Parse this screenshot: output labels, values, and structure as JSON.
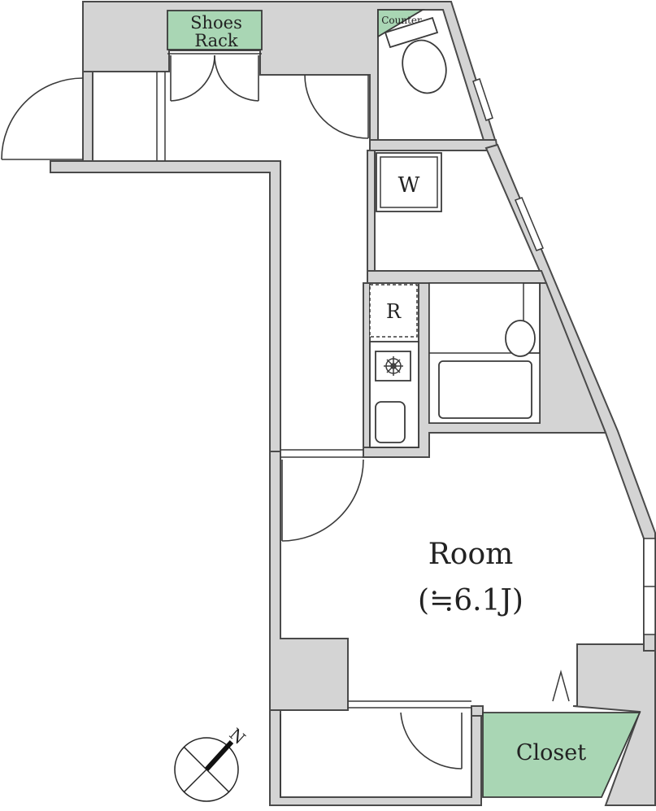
{
  "labels": {
    "shoes_rack_line1": "Shoes",
    "shoes_rack_line2": "Rack",
    "counter": "Counter",
    "washer": "W",
    "refrigerator": "R",
    "room_name": "Room",
    "room_size": "(≒6.1J)",
    "closet": "Closet",
    "north": "N"
  },
  "colors": {
    "wall": "#d4d4d4",
    "storage": "#a9d6b4",
    "line": "#3a3a3a",
    "background": "#ffffff"
  }
}
